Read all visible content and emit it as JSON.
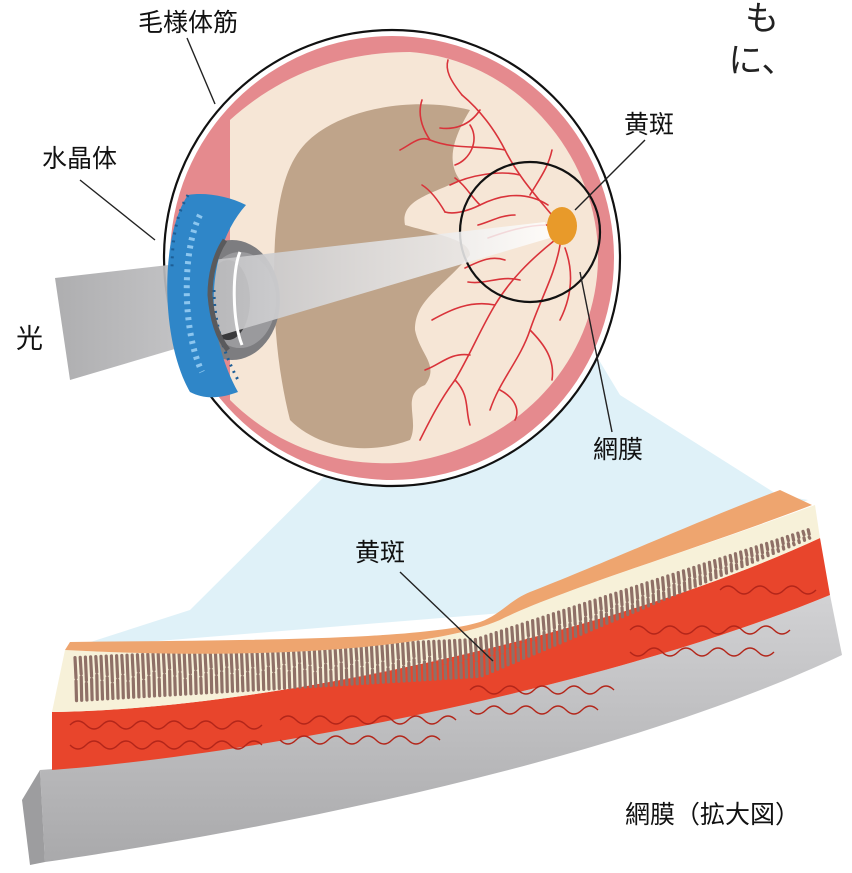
{
  "labels": {
    "ciliary_muscle": "毛様体筋",
    "lens": "水晶体",
    "light": "光",
    "macula_top": "黄斑",
    "retina": "網膜",
    "macula_bottom": "黄斑",
    "retina_enlarged": "網膜（拡大図）"
  },
  "corner_text": {
    "col1": "も",
    "col2": "に、"
  },
  "colors": {
    "sclera_pink": "#e58a8e",
    "fundus_tan": "#bfa48a",
    "retina_cream": "#f6e6d6",
    "vessel_red": "#d9333a",
    "macula_orange": "#e89a2a",
    "iris_blue": "#2f86c8",
    "light_beam": "#d8d8d8",
    "zoom_cone": "#d9eef7",
    "layer_orange": "#eea56f",
    "layer_cream": "#f7f1d9",
    "rod_brown": "#8f7067",
    "choroid_red": "#e8452c",
    "base_gray": "#bdbdbf"
  }
}
